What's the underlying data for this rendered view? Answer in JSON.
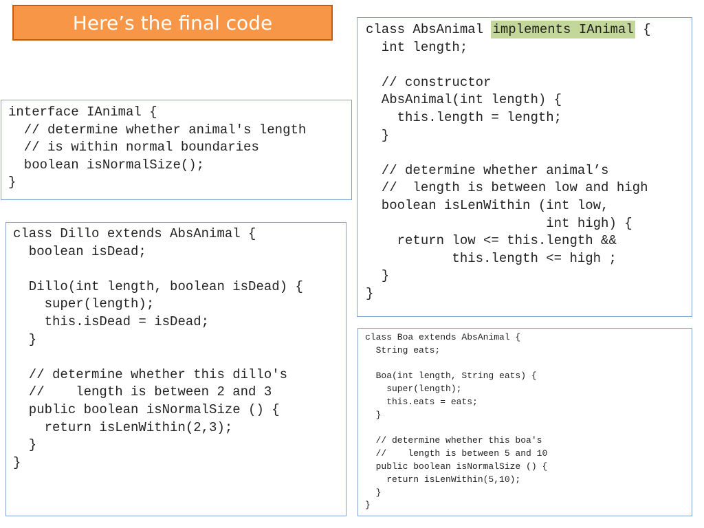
{
  "title": "Here’s the final code",
  "ianimal": {
    "lines": [
      "interface IAnimal {",
      "  // determine whether animal's length",
      "  // is within normal boundaries",
      "  boolean isNormalSize();",
      "}"
    ]
  },
  "absanimal": {
    "line0_pre": "class AbsAnimal ",
    "line0_hl": "implements IAnimal",
    "line0_post": " {",
    "lines": [
      "  int length;",
      "",
      "  // constructor",
      "  AbsAnimal(int length) {",
      "    this.length = length;",
      "  }",
      "",
      "  // determine whether animal’s",
      "  //  length is between low and high",
      "  boolean isLenWithin (int low,",
      "                       int high) {",
      "    return low <= this.length &&",
      "           this.length <= high ;",
      "  }",
      "}"
    ]
  },
  "dillo": {
    "lines": [
      "class Dillo extends AbsAnimal {",
      "  boolean isDead;",
      "",
      "  Dillo(int length, boolean isDead) {",
      "    super(length);",
      "    this.isDead = isDead;",
      "  }",
      "",
      "  // determine whether this dillo's",
      "  //    length is between 2 and 3",
      "  public boolean isNormalSize () {",
      "    return isLenWithin(2,3);",
      "  }",
      "}"
    ]
  },
  "boa": {
    "lines": [
      "class Boa extends AbsAnimal {",
      "  String eats;",
      "",
      "  Boa(int length, String eats) {",
      "    super(length);",
      "    this.eats = eats;",
      "  }",
      "",
      "  // determine whether this boa's",
      "  //    length is between 5 and 10",
      "  public boolean isNormalSize () {",
      "    return isLenWithin(5,10);",
      "  }",
      "}"
    ]
  }
}
